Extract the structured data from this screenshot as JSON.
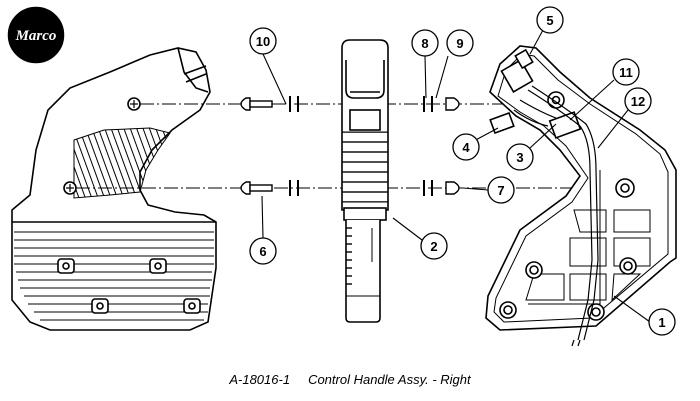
{
  "logo": {
    "text": "Marco"
  },
  "callouts": [
    {
      "id": "1",
      "label": "1"
    },
    {
      "id": "2",
      "label": "2"
    },
    {
      "id": "3",
      "label": "3"
    },
    {
      "id": "4",
      "label": "4"
    },
    {
      "id": "5",
      "label": "5"
    },
    {
      "id": "6",
      "label": "6"
    },
    {
      "id": "7",
      "label": "7"
    },
    {
      "id": "8",
      "label": "8"
    },
    {
      "id": "9",
      "label": "9"
    },
    {
      "id": "10",
      "label": "10"
    },
    {
      "id": "11",
      "label": "11"
    },
    {
      "id": "12",
      "label": "12"
    }
  ],
  "caption": {
    "part_number": "A-18016-1",
    "title": "Control Handle Assy. - Right"
  }
}
